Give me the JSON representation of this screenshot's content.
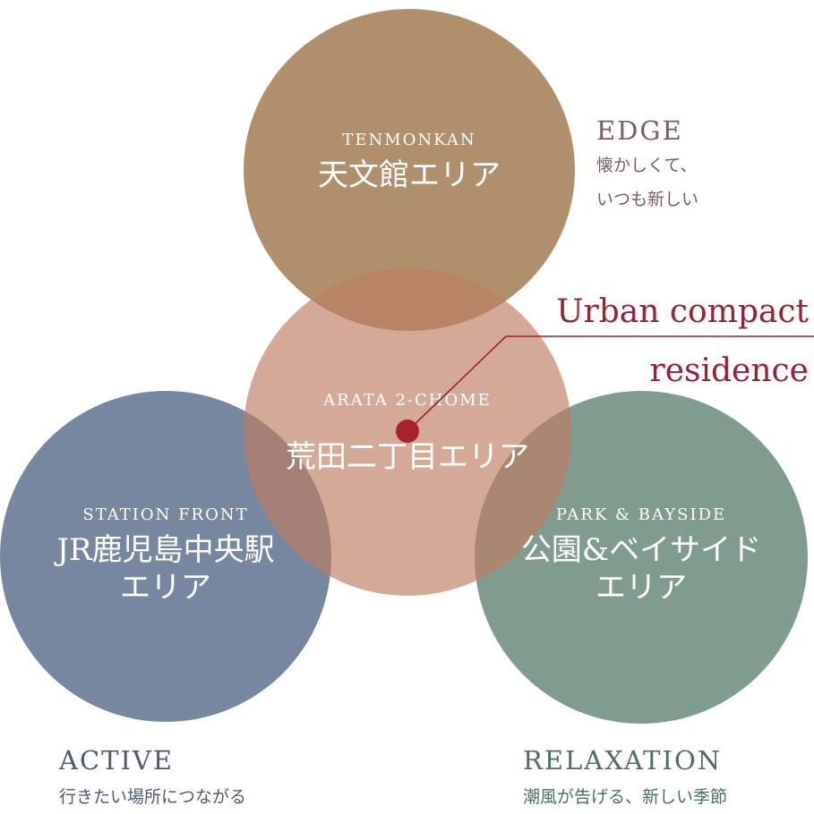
{
  "areas": {
    "tenmonkan": {
      "en": "TENMONKAN",
      "jp": "天文館エリア"
    },
    "arata": {
      "en": "ARATA 2-CHOME",
      "jp": "荒田二丁目エリア"
    },
    "station": {
      "en": "STATION FRONT",
      "jp_line1": "JR鹿児島中央駅",
      "jp_line2": "エリア"
    },
    "park": {
      "en": "PARK & BAYSIDE",
      "jp_line1": "公園&ベイサイド",
      "jp_line2": "エリア"
    }
  },
  "themes": {
    "edge": {
      "title": "EDGE",
      "line1": "懐かしくて、",
      "line2": "いつも新しい"
    },
    "active": {
      "title": "ACTIVE",
      "line1": "行きたい場所につながる"
    },
    "relaxation": {
      "title": "RELAXATION",
      "line1": "潮風が告げる、新しい季節"
    }
  },
  "callout": {
    "line1": "Urban compact",
    "line2": "residence"
  },
  "colors": {
    "tenmonkan": "#9c7348",
    "arata": "#be7c62",
    "station": "#516584",
    "park": "#537a68",
    "callout": "#9a2230",
    "edge_text": "#7b5a69",
    "active_text": "#4e5970",
    "relax_text": "#4a6e63"
  }
}
